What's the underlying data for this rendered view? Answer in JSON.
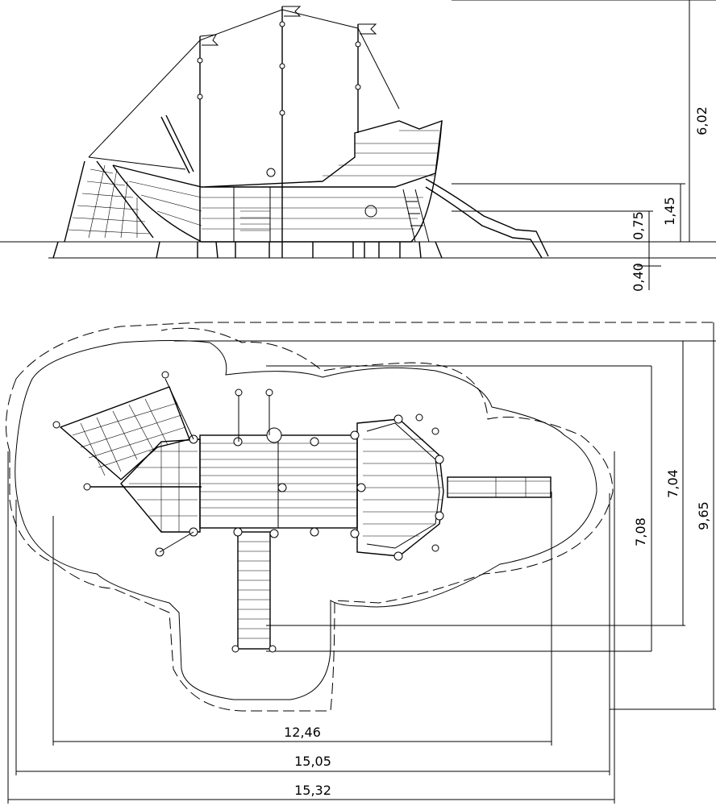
{
  "drawing": {
    "dimensions": {
      "height_total": "6,02",
      "deck_high": "1,45",
      "deck_low": "0,75",
      "foundation": "0,40",
      "width_inner": "7,04",
      "width_structure": "7,08",
      "width_total": "9,65",
      "length_structure": "12,46",
      "length_inner": "15,05",
      "length_total": "15,32"
    }
  }
}
